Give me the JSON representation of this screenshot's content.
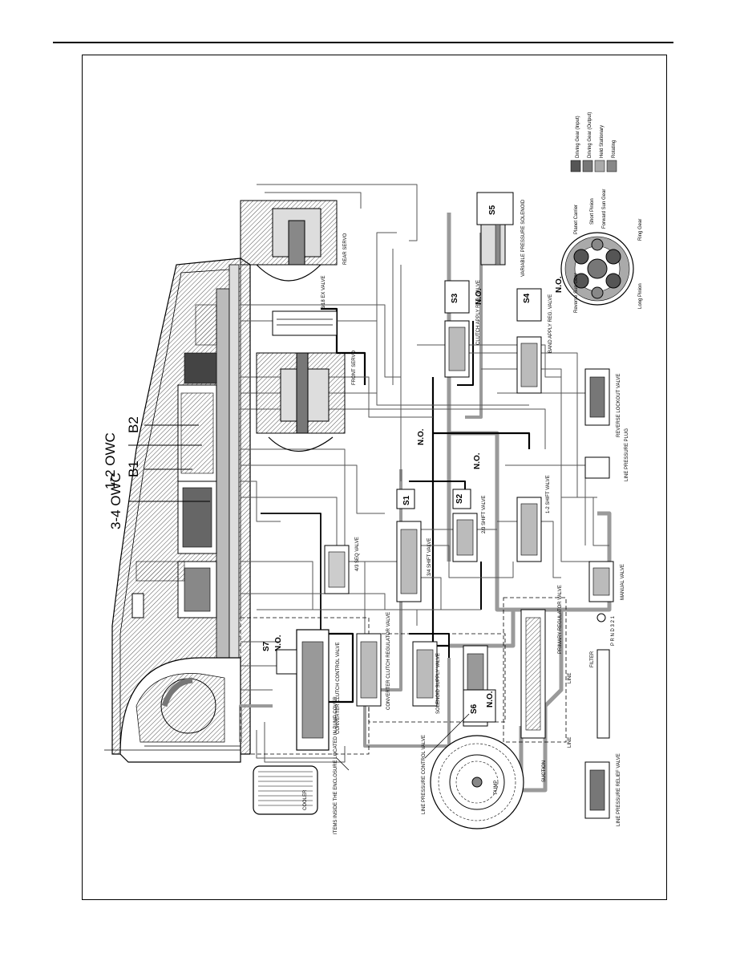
{
  "callouts": {
    "owc_34": "3-4 OWC",
    "owc_12": "1-2 OWC",
    "b1": "B1",
    "b2": "B2"
  },
  "solenoids": {
    "s1": "S1",
    "s2": "S2",
    "s3": "S3",
    "s4": "S4",
    "s5": "S5",
    "s6": "S6",
    "s7": "S7",
    "normally_open": "N.O."
  },
  "components": {
    "rear_servo": "REAR SERVO",
    "front_servo": "FRONT SERVO",
    "rear_band_ex_valve": "3/18 EX VALVE",
    "variable_pressure_solenoid": "VARIABLE PRESSURE SOLENOID",
    "clutch_apply_reg_valve": "CLUTCH APPLY REG. VALVE",
    "band_apply_reg_valve": "BAND APPLY REG. VALVE",
    "reverse_lockout_valve": "REVERSE LOCKOUT VALVE",
    "line_pressure_plug": "LINE PRESSURE PLUG",
    "shift_valve_12": "1-2 SHIFT VALVE",
    "shift_valve_23": "2/3 SHIFT VALVE",
    "shift_valve_34": "3/4 SHIFT VALVE",
    "seq_valve_43": "4/3 SEQ VALVE",
    "manual_valve": "MANUAL VALVE",
    "primary_regulator_valve": "PRIMARY REGULATOR VALVE",
    "converter_clutch_control_valve": "CONVERTER CLUTCH CONTROL VALVE",
    "converter_clutch_regulator_valve": "CONVERTER CLUTCH REGULATOR VALVE",
    "solenoid_supply_valve": "SOLENOID SUPPLY VALVE",
    "line_pressure_control_valve": "LINE PRESSURE CONTROL VALVE",
    "pump_cover_note": "ITEMS INSIDE THE ENCLOSURE LOCATED IN PUMP COVER",
    "cooler": "COOLER",
    "pump": "PUMP",
    "suction": "SUCTION",
    "filter": "FILTER",
    "line": "LINE",
    "line_pressure_relief_valve": "LINE PRESSURE RELIEF VALVE"
  },
  "gearset": {
    "planet_carrier": "Planet Carrier",
    "short_pinion": "Short Pinion",
    "forward_sun_gear": "Forward Sun Gear",
    "ring_gear": "Ring Gear",
    "long_pinion": "Long Pinion",
    "reverse_sun_gear": "Reverse Sun Gear"
  },
  "legend": {
    "items": [
      {
        "label": "Driving Gear (Input)",
        "color": "#555555"
      },
      {
        "label": "Driving Gear (Output)",
        "color": "#777777"
      },
      {
        "label": "Held Stationary",
        "color": "#aaaaaa"
      },
      {
        "label": "Rotating",
        "color": "#888888"
      }
    ]
  },
  "manual_positions": "P R N D 3 2 1"
}
